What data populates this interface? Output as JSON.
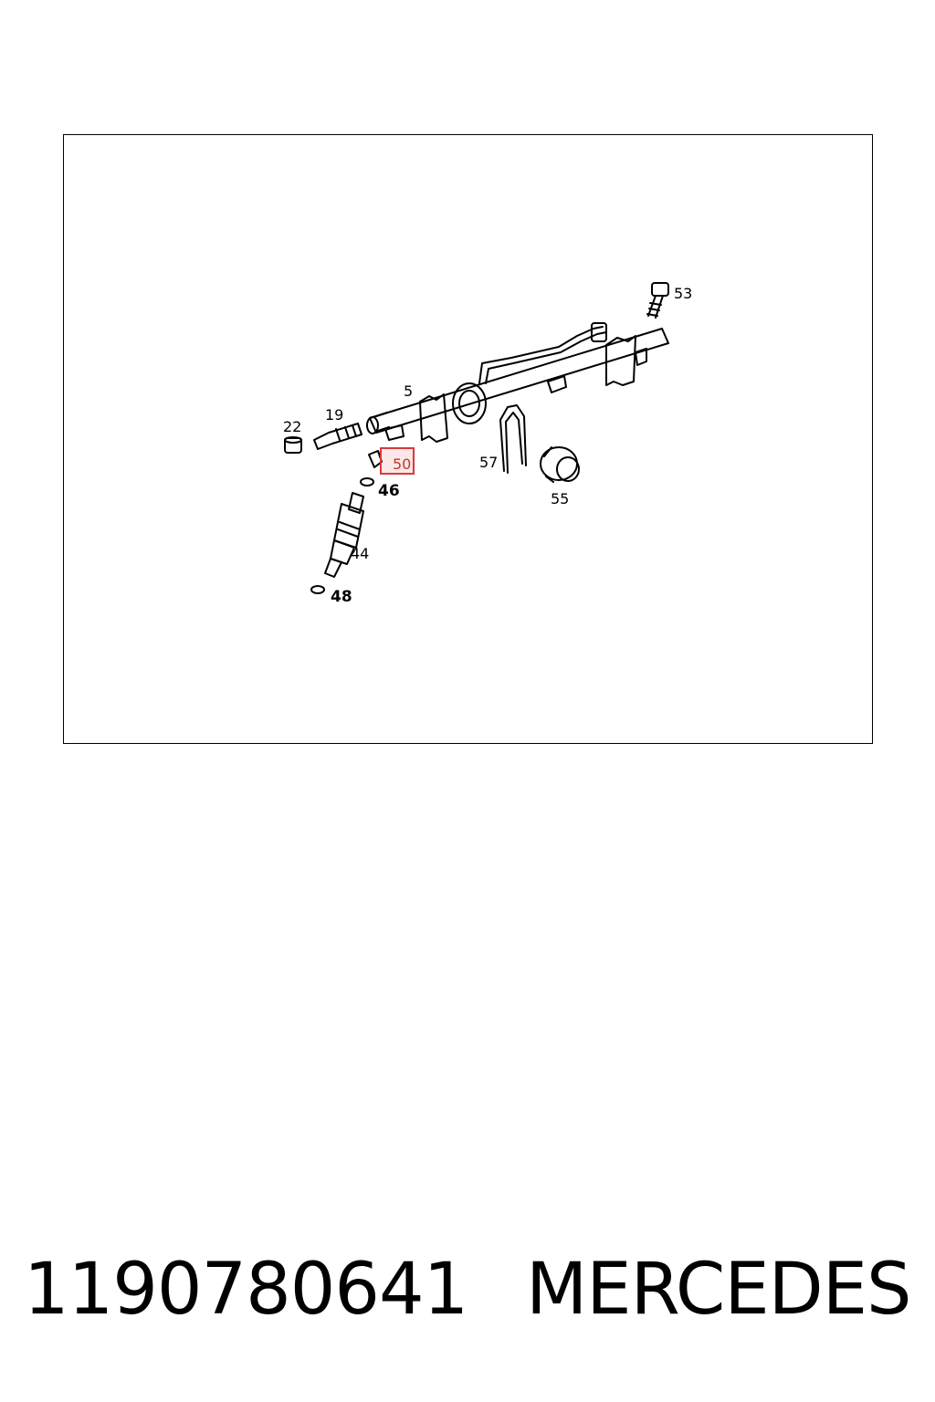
{
  "diagram": {
    "callouts": {
      "c53": "53",
      "c5": "5",
      "c19": "19",
      "c22": "22",
      "c50": "50",
      "c46": "46",
      "c57": "57",
      "c55": "55",
      "c44": "44",
      "c48": "48"
    },
    "highlight_color": "#d93a3a"
  },
  "footer": {
    "part_number": "1190780641",
    "brand": "MERCEDES"
  }
}
